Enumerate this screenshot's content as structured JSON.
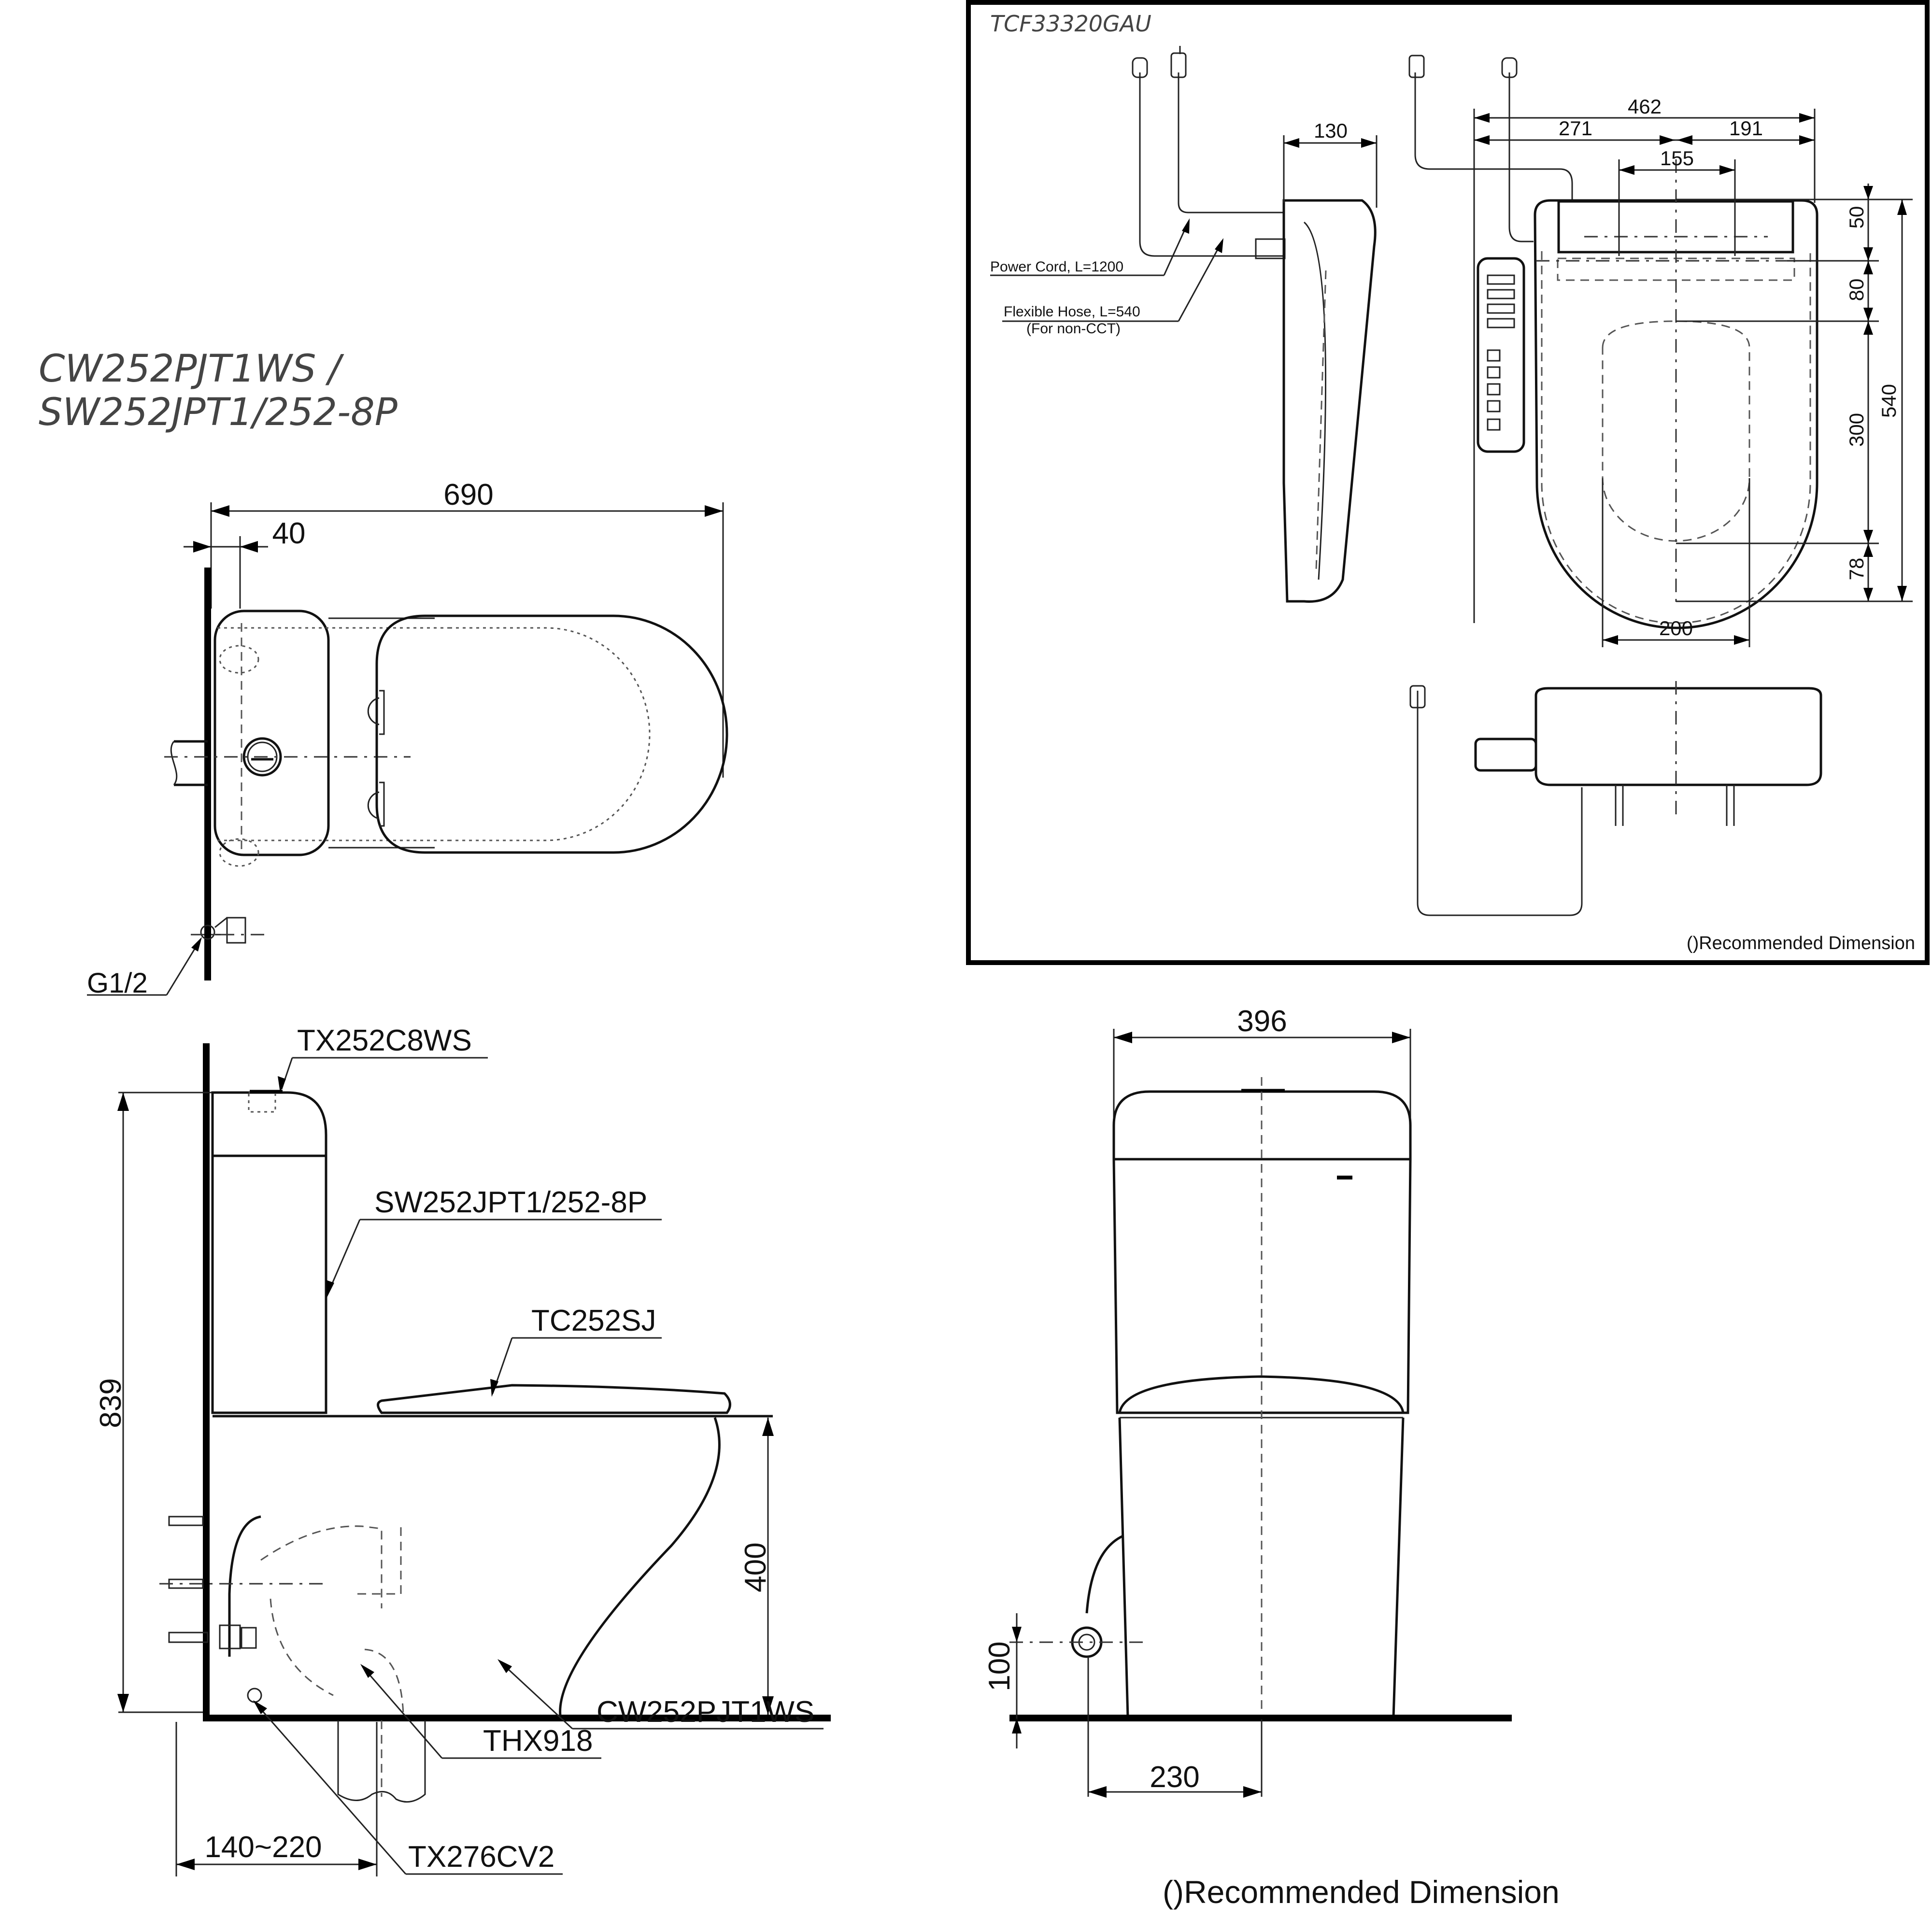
{
  "left_drawing": {
    "title_line1": "CW252PJT1WS /",
    "title_line2": "SW252JPT1/252-8P",
    "plan_view": {
      "dim_overall_length": "690",
      "dim_wall_offset": "40",
      "label_inlet": "G1/2"
    },
    "side_view": {
      "label_tank_fitting": "TX252C8WS",
      "label_tank": "SW252JPT1/252-8P",
      "label_seat": "TC252SJ",
      "label_bowl": "CW252PJT1WS",
      "label_outlet": "THX918",
      "label_valve": "TX276CV2",
      "dim_total_height": "839",
      "dim_rim_height": "400",
      "dim_outlet_rough_in": "140~220"
    }
  },
  "seat_box": {
    "title": "TCF33320GAU",
    "label_power_cord": "Power Cord, L=1200",
    "label_hose_line1": "Flexible Hose, L=540",
    "label_hose_line2": "(For non-CCT)",
    "dim_side_depth": "130",
    "dim_total_width": "462",
    "dim_left_width": "271",
    "dim_right_width": "191",
    "dim_hinge_spacing": "155",
    "dim_v_50": "50",
    "dim_v_80": "80",
    "dim_v_300": "300",
    "dim_v_78": "78",
    "dim_total_length": "540",
    "dim_opening_width": "200",
    "note": "()Recommended Dimension"
  },
  "front_view": {
    "dim_width": "396",
    "dim_inlet_height": "100",
    "dim_inlet_offset": "230"
  },
  "footer_note": "()Recommended Dimension"
}
